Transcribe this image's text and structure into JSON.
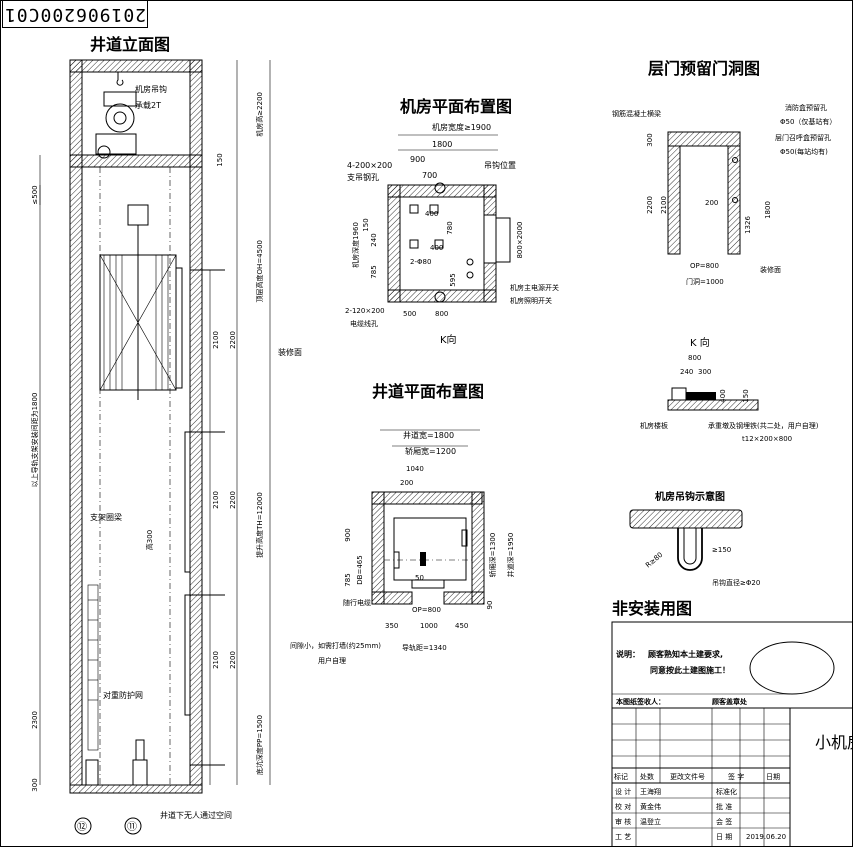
{
  "drawing_code": "201906200C01",
  "titles": {
    "elevation": "井道立面图",
    "machine_room": "机房平面布置图",
    "hoistway_plan": "井道平面布置图",
    "landing_door": "层门预留门洞图",
    "hook": "机房吊钩示意图",
    "non_install": "非安装用图",
    "k_view": "K 向",
    "k_label": "K向"
  },
  "elevation": {
    "hoist_hook": "机房吊钩",
    "load_2t": "承载2T",
    "machine_height": "机房高≥2200",
    "d150": "150",
    "d500": "≤500",
    "top_height": "顶层高度OH=4500",
    "d2100a": "2100",
    "d2200a": "2200",
    "decoration": "装修面",
    "rail_length": "以上导轨支架安装间距为1800",
    "d2100b": "2100",
    "d2200b": "2200",
    "travel": "提升高度TH=12000",
    "support_beam": "支架圈梁",
    "d300": "高300",
    "d2100c": "2100",
    "d2200c": "2200",
    "buffer_guard": "对重防护网",
    "pit_depth": "底坑深度PP=1500",
    "d2300": "2300",
    "d300b": "300",
    "pit_note": "井道下无人通过空间",
    "axis_12": "⑫",
    "axis_11": "⑪"
  },
  "machine_room": {
    "width_min": "机房宽度≥1900",
    "w1800": "1800",
    "w900": "900",
    "w700": "700",
    "hole4": "4-200×200",
    "support_hole": "支吊钢孔",
    "hook_pos": "吊钩位置",
    "d400a": "400",
    "d780": "780",
    "d1960": "机房深度1960",
    "d150": "150",
    "d240": "240",
    "d785": "785",
    "hole2": "2-Φ80",
    "d400b": "400",
    "d595": "595",
    "door": "800×2000",
    "main_switch": "机房主电源开关",
    "light_switch": "机房照明开关",
    "cable_hole": "2-120×200",
    "cable_label": "电缆线孔",
    "w500": "500",
    "w800": "800"
  },
  "hoistway": {
    "width": "井道宽=1800",
    "car_width": "轿厢宽=1200",
    "w1040": "1040",
    "w200": "200",
    "d900": "900",
    "car_depth": "轿厢深=1300",
    "shaft_depth": "井道深=1950",
    "d785": "785",
    "d465": "DB=465",
    "d50": "50",
    "d90": "90",
    "op800": "OP=800",
    "cable": "随行电缆",
    "w350": "350",
    "w1000": "1000",
    "w450": "450",
    "rail_dist": "导轨距=1340",
    "note1": "间隙小，如需打墙(约25mm)",
    "note2": "用户自理"
  },
  "landing": {
    "lintel": "钢筋混凝土横梁",
    "fire_box": "消防盒预留孔",
    "fire_size": "Φ50（仅基站有）",
    "call_box": "层门召呼盒预留孔",
    "call_size": "Φ50(每站均有)",
    "d300": "300",
    "d2200": "2200",
    "d2100": "2100",
    "d200": "200",
    "d1800": "1800",
    "d1326": "1326",
    "op800": "OP=800",
    "door_hole": "门洞=1000",
    "decoration": "装修面"
  },
  "kview": {
    "w800": "800",
    "w240": "240",
    "w300": "300",
    "d400": "400",
    "d150": "150",
    "floor": "机房楼板",
    "plate": "承重墩及钢埋铁(共二处，用户自理)",
    "plate_size": "t12×200×800"
  },
  "hook": {
    "d150": "≥150",
    "r80": "R≥80",
    "dia": "吊钩直径≥Φ20"
  },
  "titleblock": {
    "note_label": "说明：",
    "note_line1": "顾客熟知本土建要求,",
    "note_line2": "同意按此土建图施工！",
    "receiver": "本图纸签收人：",
    "customer": "顾客盖章处",
    "product": "小机房",
    "headers": [
      "标记",
      "处数",
      "更改文件号",
      "签 字",
      "日期"
    ],
    "rows": [
      [
        "设 计",
        "王海翔",
        "标准化",
        ""
      ],
      [
        "校 对",
        "黄金伟",
        "批 准",
        ""
      ],
      [
        "审 核",
        "温登立",
        "会 签",
        ""
      ],
      [
        "工 艺",
        "",
        "日 期",
        "2019.06.20"
      ]
    ]
  }
}
